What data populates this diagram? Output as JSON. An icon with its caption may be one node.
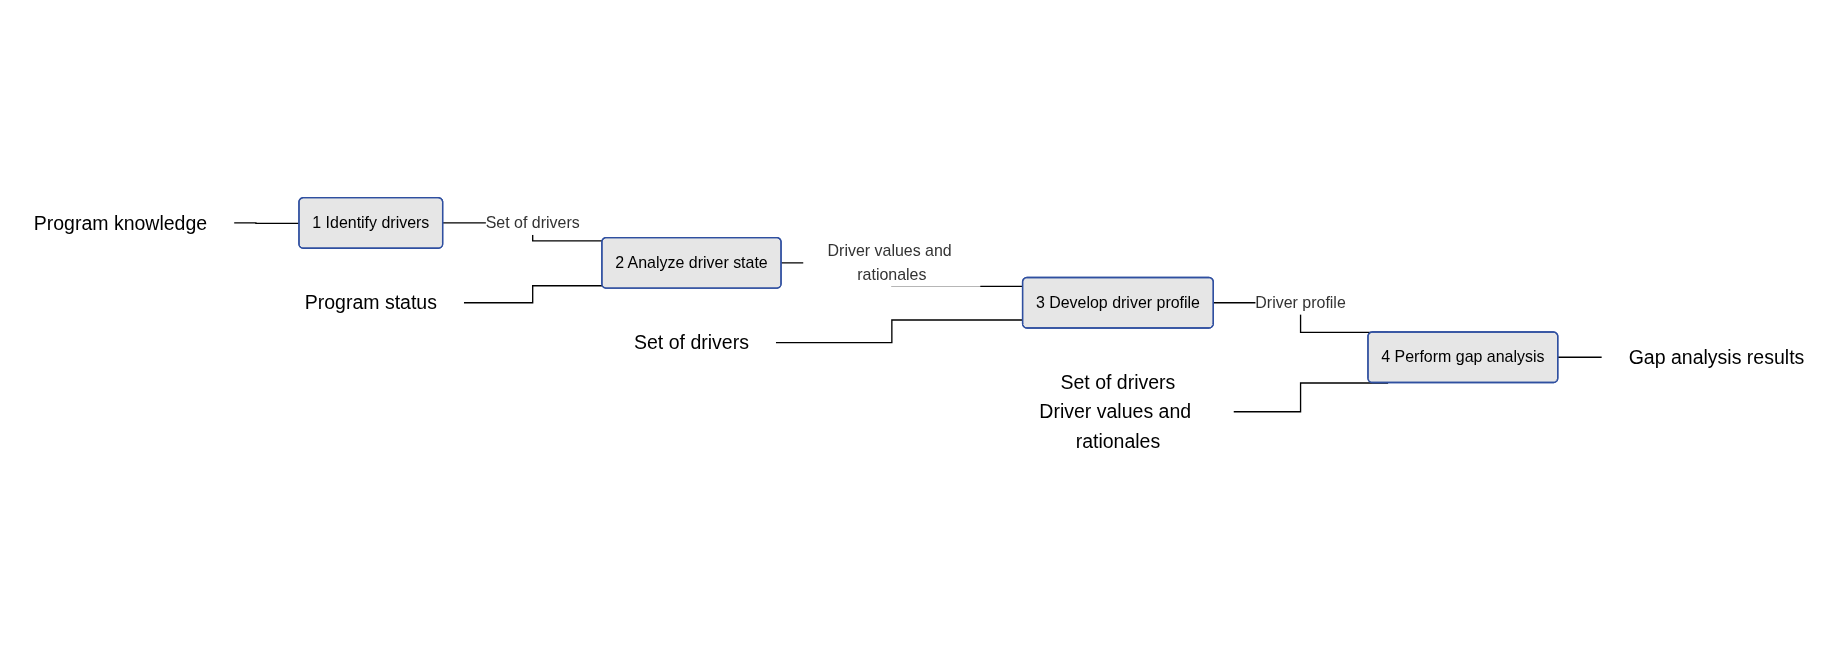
{
  "diagram": {
    "nodes": [
      {
        "text": [
          "Program knowledge"
        ]
      },
      {
        "text": [
          "1 Identify drivers"
        ]
      },
      {
        "text": [
          "2 Analyze driver state"
        ]
      },
      {
        "text": [
          "Program status"
        ]
      },
      {
        "text": [
          "3 Develop driver profile"
        ]
      },
      {
        "text": [
          "Set of drivers"
        ]
      },
      {
        "text": [
          "4 Perform gap analysis"
        ]
      },
      {
        "text": [
          "Set of drivers",
          "Driver values and rationales"
        ]
      },
      {
        "text": [
          "Gap analysis results"
        ]
      }
    ],
    "edges": [
      {
        "from": 0,
        "to": 1,
        "arrow": "none"
      },
      {
        "from": 1,
        "to": 2,
        "arrow": "none",
        "label": "Set of drivers"
      },
      {
        "from": 3,
        "to": 2,
        "arrow": "none"
      },
      {
        "from": 2,
        "to": 4,
        "arrow": "none",
        "label": "Driver values and rationales"
      },
      {
        "from": 5,
        "to": 4,
        "arrow": "none"
      },
      {
        "from": 4,
        "to": 6,
        "arrow": "none",
        "label": "Driver profile"
      },
      {
        "from": 7,
        "to": 6,
        "arrow": "none"
      },
      {
        "from": 6,
        "to": 8,
        "arrow": "none"
      }
    ]
  }
}
